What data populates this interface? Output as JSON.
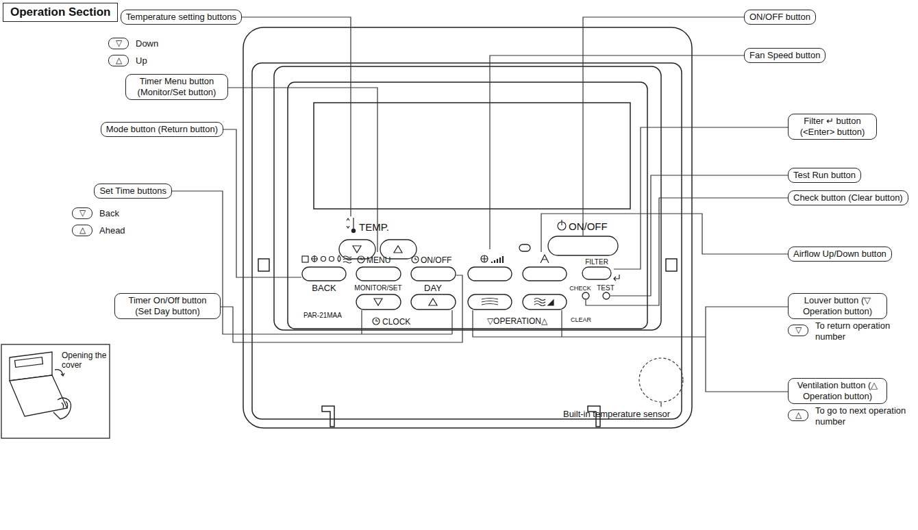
{
  "diagram": {
    "title": "Operation Section",
    "nodes": [
      {
        "text": [
          "Temperature setting buttons"
        ]
      },
      {
        "text": [
          "▽"
        ]
      },
      {
        "text": [
          "△"
        ]
      },
      {
        "text": [
          "Timer Menu button (Monitor/Set button)"
        ]
      },
      {
        "text": [
          "Mode button (Return button)"
        ]
      },
      {
        "text": [
          "Set Time buttons"
        ]
      },
      {
        "text": [
          "▽"
        ]
      },
      {
        "text": [
          "△"
        ]
      },
      {
        "text": [
          "Timer On/Off button (Set Day button)"
        ]
      },
      {
        "text": [
          "ON/OFF button"
        ]
      },
      {
        "text": [
          "Fan Speed button"
        ]
      },
      {
        "text": [
          "Filter ↵ button (<Enter> button)"
        ]
      },
      {
        "text": [
          "Test Run button"
        ]
      },
      {
        "text": [
          "Check button (Clear button)"
        ]
      },
      {
        "text": [
          "Airflow Up/Down button"
        ]
      },
      {
        "text": [
          "Louver button (▽ Operation button)"
        ]
      },
      {
        "text": [
          "▽"
        ]
      },
      {
        "text": [
          "Ventilation button (△ Operation button)"
        ]
      },
      {
        "text": [
          "△"
        ]
      }
    ],
    "labels": [
      "Down",
      "Up",
      "Back",
      "Ahead",
      "To return operation number",
      "To go to next operation number",
      "Opening the cover",
      "Built-in temperature sensor",
      "TEMP.",
      "ON/OFF",
      "MENU",
      "ON/OFF",
      "BACK",
      "MONITOR/SET",
      "DAY",
      "CLOCK",
      "PAR-21MAA",
      "FILTER",
      "CHECK",
      "TEST",
      "CLEAR",
      "▽OPERATION△"
    ]
  }
}
